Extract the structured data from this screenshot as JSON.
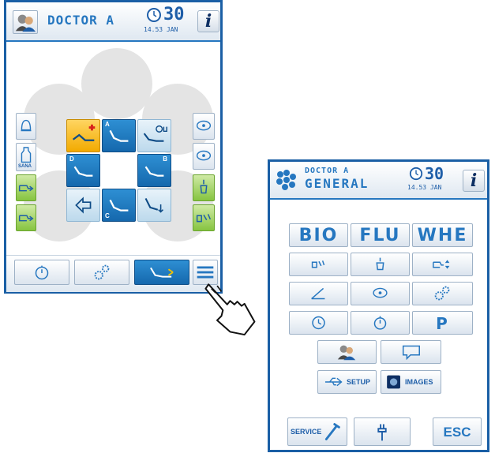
{
  "left_panel": {
    "header": {
      "doctor_name": "DOCTOR A",
      "day": "30",
      "time_month": "14.53 JAN",
      "info_label": "i",
      "doctor_icon": "doctors-icon",
      "clock_icon": "clock-icon"
    },
    "left_column": [
      {
        "icon": "bell-icon"
      },
      {
        "icon": "sana-bottle-icon",
        "label": "SANA"
      },
      {
        "icon": "cup-fill-right-icon"
      },
      {
        "icon": "cup-fill-timer-icon"
      }
    ],
    "right_column": [
      {
        "icon": "operating-light-icon"
      },
      {
        "icon": "operating-light-alt-icon"
      },
      {
        "icon": "cup-filler-icon"
      },
      {
        "icon": "bowl-rinse-icon"
      }
    ],
    "program_grid": {
      "labels": [
        "A",
        "D",
        "B",
        "C"
      ]
    },
    "bottom_bar": [
      "timer-icon",
      "settings-gears-icon",
      "chair-position-icon",
      "menu-icon"
    ]
  },
  "right_panel": {
    "header": {
      "doctor_line1": "DOCTOR A",
      "doctor_line2": "GENERAL",
      "day": "30",
      "time_month": "14.53 JAN",
      "info_label": "i",
      "group_icon": "doctor-group-icon"
    },
    "big_buttons": [
      "BIO",
      "FLU",
      "WHE"
    ],
    "buttons": {
      "setup_label": "SETUP",
      "images_label": "IMAGES",
      "service_label": "SERVICE",
      "esc_label": "ESC",
      "p_label": "P"
    }
  },
  "colors": {
    "frame": "#1a5fa5",
    "accent": "#2677c0",
    "button_blue": "#1e7cc4",
    "button_green": "#86c440",
    "button_yellow": "#f2aa00"
  }
}
